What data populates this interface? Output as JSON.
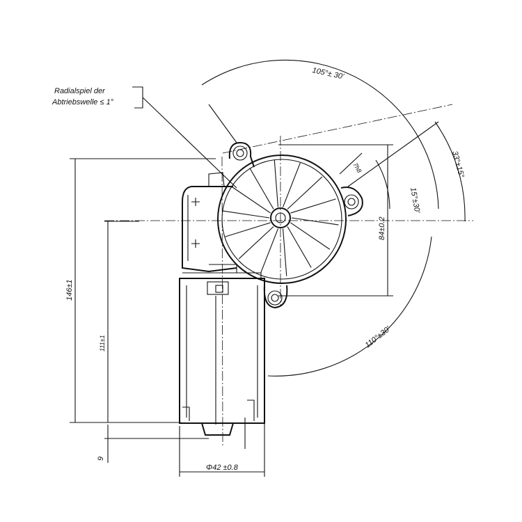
{
  "drawing": {
    "note_line1": "Radialspiel der",
    "note_line2": "Abtriebswelle ≤ 1°",
    "angle_top": "105°± 30'",
    "angle_right_outer": "33°±15°",
    "angle_right_inner": "15°±30'",
    "shaft_fit": "7h8",
    "lug_spacing": "84±0.2",
    "angle_bottom": "110°±30'",
    "overall_height": "146±1",
    "shaft_height": "111±1",
    "bottom_offset": "9",
    "diameter": "Φ42 ±0.8"
  }
}
